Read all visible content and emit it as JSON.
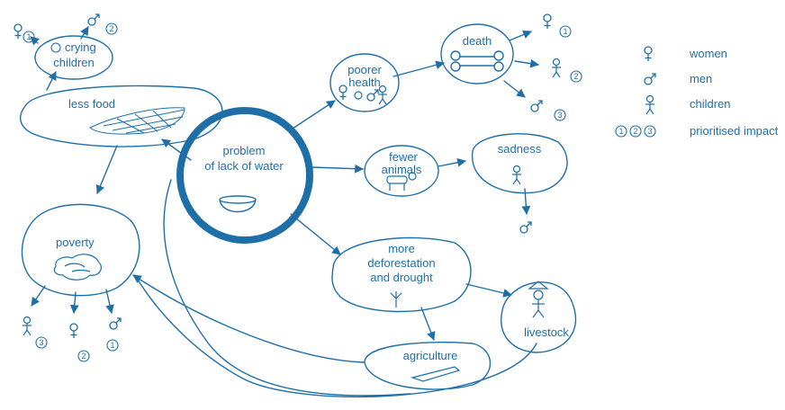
{
  "nodes": {
    "center": {
      "line1": "problem",
      "line2": "of lack of water"
    },
    "crying_children": {
      "line1": "crying",
      "line2": "children"
    },
    "less_food": "less food",
    "poverty": "poverty",
    "poorer_health": {
      "line1": "poorer",
      "line2": "health"
    },
    "death": "death",
    "fewer_animals": {
      "line1": "fewer",
      "line2": "animals"
    },
    "sadness": "sadness",
    "deforestation": {
      "line1": "more",
      "line2": "deforestation",
      "line3": "and drought"
    },
    "agriculture": "agriculture",
    "livestock": "livestock"
  },
  "legend": {
    "women": "women",
    "men": "men",
    "children": "children",
    "prioritised_impact": "prioritised impact"
  },
  "impact_ranks": [
    "1",
    "2",
    "3"
  ],
  "colors": {
    "ink": "#1e6fa8",
    "bold_ring": "#1e6fa8",
    "background": "#ffffff"
  },
  "icons": [
    "female-symbol-icon",
    "male-symbol-icon",
    "child-figure-icon",
    "bowl-icon",
    "bone-icon",
    "animal-icon",
    "tree-icon",
    "person-hat-icon",
    "money-pile-icon",
    "field-icon",
    "plough-icon"
  ]
}
